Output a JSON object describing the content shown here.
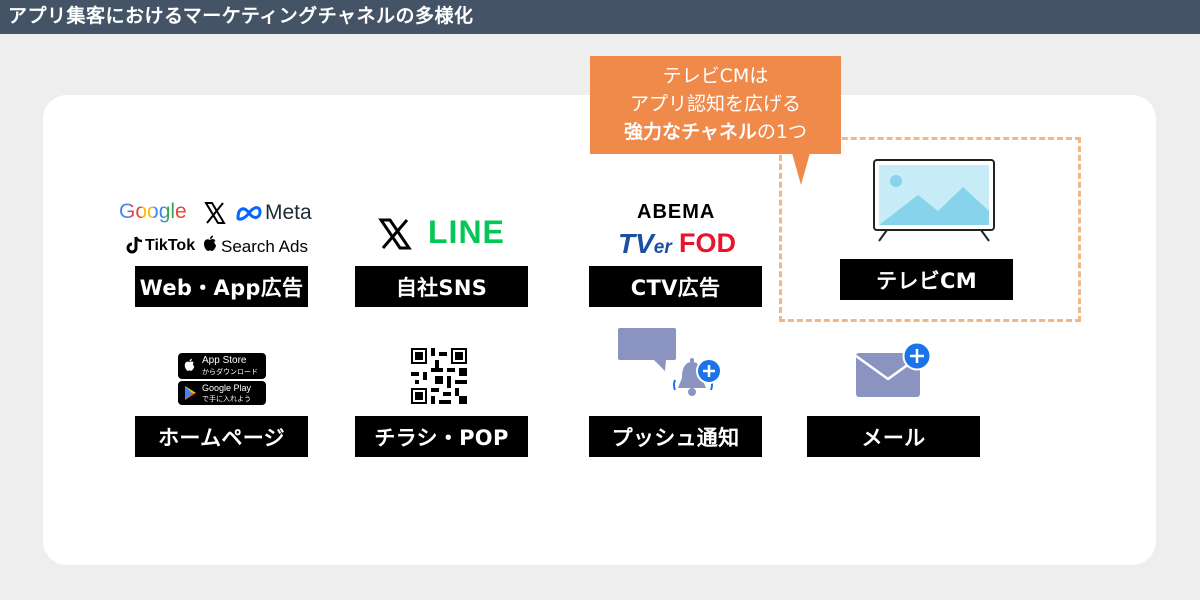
{
  "header": {
    "title": "アプリ集客におけるマーケティングチャネルの多様化"
  },
  "callout": {
    "line1": "テレビCMは",
    "line2": "アプリ認知を広げる",
    "line3_bold": "強力なチャネル",
    "line3_rest": "の1つ"
  },
  "channels": [
    {
      "label": "Web・App広告",
      "logos": [
        "Google",
        "Meta",
        "TikTok",
        "Search Ads"
      ]
    },
    {
      "label": "自社SNS",
      "logos": [
        "LINE"
      ]
    },
    {
      "label": "CTV広告",
      "logos": [
        "ABEMA",
        "TV",
        "er",
        "FOD"
      ]
    },
    {
      "label": "テレビCM"
    },
    {
      "label": "ホームページ",
      "badges": [
        {
          "line1": "App Store",
          "line2": "からダウンロード"
        },
        {
          "line1": "Google Play",
          "line2": "で手に入れよう"
        }
      ]
    },
    {
      "label": "チラシ・POP"
    },
    {
      "label": "プッシュ通知"
    },
    {
      "label": "メール"
    }
  ],
  "colors": {
    "header_bg": "#445366",
    "callout": "#ef8a4b",
    "dashed": "#eeb98a",
    "icon_blue": "#1a73e8",
    "icon_slate": "#8b93c0",
    "line_green": "#06c755",
    "fod_red": "#e8142c",
    "tver_blue": "#1a4fa3"
  },
  "icons": [
    "x-logo-icon",
    "apple-icon",
    "tiktok-icon",
    "meta-icon",
    "tv-icon",
    "qr-code-icon",
    "chat-bubble-icon",
    "bell-icon",
    "plus-icon",
    "mail-icon"
  ]
}
